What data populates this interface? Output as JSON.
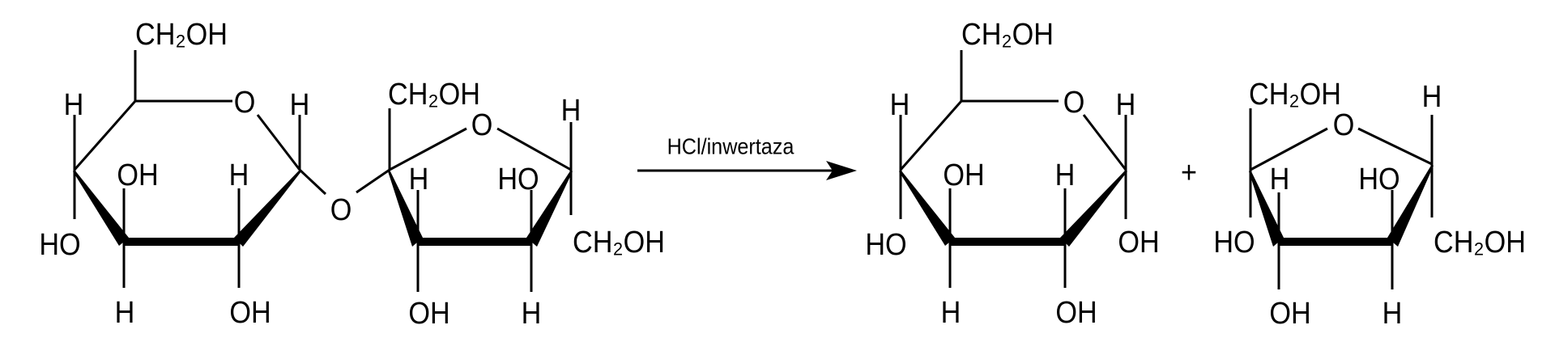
{
  "reaction": {
    "condition": "HCl/inwertaza",
    "plus": "+"
  },
  "sucrose": {
    "glucose": {
      "c6": "CH₂OH",
      "h4": "H",
      "ring_o": "O",
      "h1": "H",
      "oh3": "OH",
      "h2": "H",
      "ho4": "HO",
      "h3": "H",
      "oh2": "OH"
    },
    "glycosidic_o": "O",
    "fructose": {
      "c1": "CH₂OH",
      "ring_o": "O",
      "h5": "H",
      "h3": "H",
      "ho4": "HO",
      "c6": "CH₂OH",
      "oh3": "OH",
      "h4": "H"
    }
  },
  "glucose_product": {
    "c6": "CH₂OH",
    "h4": "H",
    "ring_o": "O",
    "h1": "H",
    "oh3": "OH",
    "h2": "H",
    "ho4": "HO",
    "oh1": "OH",
    "h3": "H",
    "oh2": "OH"
  },
  "fructose_product": {
    "c1": "CH₂OH",
    "ring_o": "O",
    "h5": "H",
    "h3": "H",
    "ho4": "HO",
    "ho2": "HO",
    "c6": "CH₂OH",
    "oh3": "OH",
    "h4": "H"
  }
}
